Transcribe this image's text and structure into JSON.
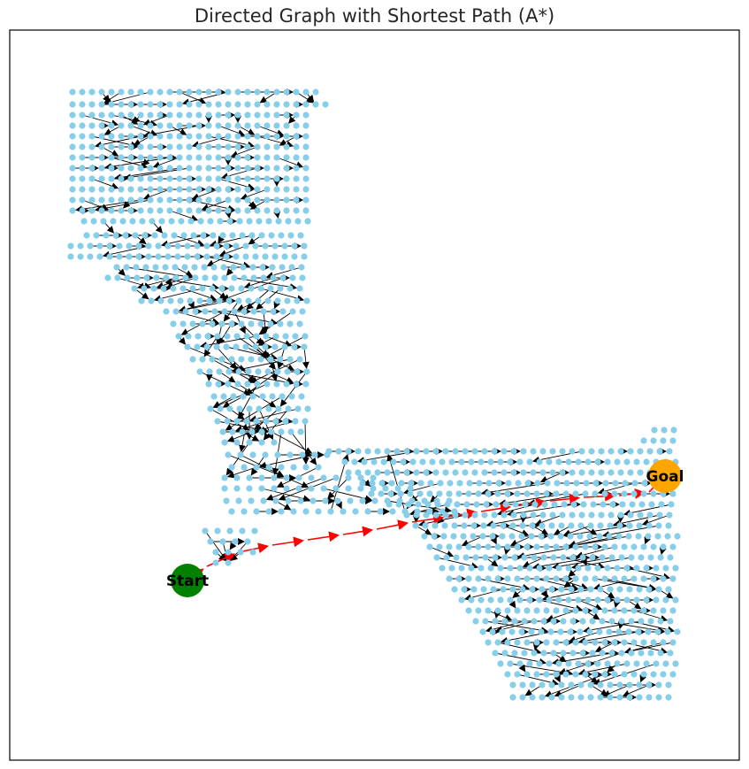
{
  "title": "Directed Graph with Shortest Path (A*)",
  "colors": {
    "node": "#87ceeb",
    "edge": "#000000",
    "path": "#ff0000",
    "start": "#008000",
    "goal": "#ffa500",
    "frame": "#000000"
  },
  "chart_data": {
    "type": "graph",
    "directed": true,
    "algorithm": "A*",
    "special_nodes": [
      {
        "id": "start",
        "label": "Start",
        "color": "#008000"
      },
      {
        "id": "goal",
        "label": "Goal",
        "color": "#ffa500"
      }
    ],
    "path_edge_color": "#ff0000",
    "node_color": "#87ceeb",
    "edge_color": "#000000",
    "axis_ticks": false,
    "grid": false
  }
}
